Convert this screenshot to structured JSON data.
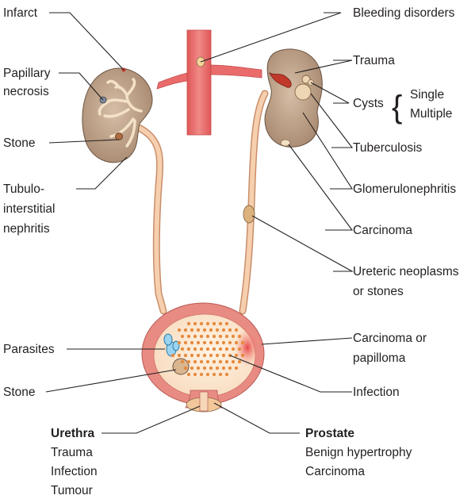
{
  "labels": {
    "infarct": "Infarct",
    "papillary_1": "Papillary",
    "papillary_2": "necrosis",
    "stone_kidney": "Stone",
    "tubulo_1": "Tubulo-",
    "tubulo_2": "interstitial",
    "tubulo_3": "nephritis",
    "bleeding": "Bleeding disorders",
    "trauma": "Trauma",
    "cysts": "Cysts",
    "cyst_single": "Single",
    "cyst_multiple": "Multiple",
    "tuberculosis": "Tuberculosis",
    "glomerulonephritis": "Glomerulonephritis",
    "carcinoma": "Carcinoma",
    "ureteric_1": "Ureteric neoplasms",
    "ureteric_2": "or stones",
    "bladder_carcinoma_1": "Carcinoma or",
    "bladder_carcinoma_2": "papilloma",
    "parasites": "Parasites",
    "stone_bladder": "Stone",
    "infection": "Infection"
  },
  "urethra": {
    "title": "Urethra",
    "items": [
      "Trauma",
      "Infection",
      "Tumour"
    ]
  },
  "prostate": {
    "title": "Prostate",
    "items": [
      "Benign hypertrophy",
      "Carcinoma"
    ]
  },
  "colors": {
    "ink": "#231f20",
    "tissue": "#f5c9a3",
    "kidney": "#bfa38a",
    "vessel": "#e96b6b",
    "bladder_wall": "#e9837e",
    "dots": "#e58a3d",
    "parasite": "#7fc7ea"
  }
}
